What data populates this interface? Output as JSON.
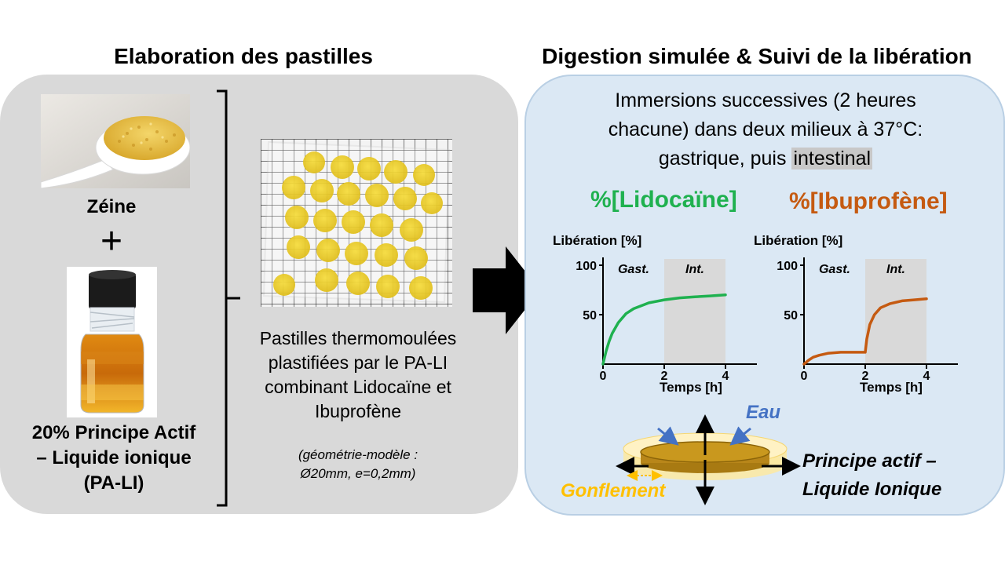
{
  "left": {
    "title": "Elaboration des pastilles",
    "zein_label": "Zéine",
    "plus_symbol": "+",
    "api_label_lines": [
      "20% Principe Actif",
      "– Liquide ionique",
      "(PA-LI)"
    ],
    "pastilles_lines": [
      "Pastilles thermomoulées",
      "plastifiées par le PA-LI",
      "combinant Lidocaïne et",
      "Ibuprofène"
    ],
    "geometry_lines": [
      "(géométrie-modèle :",
      "Ø20mm, e=0,2mm)"
    ]
  },
  "right": {
    "title": "Digestion simulée & Suivi de la libération",
    "immersion_line1": "Immersions successives (2 heures",
    "immersion_line2": "chacune) dans deux milieux à 37°C:",
    "immersion_line3_a": "gastrique, puis ",
    "immersion_line3_b": "intestinal",
    "swelling_label": "Gonflement",
    "water_label": "Eau",
    "api_il_lines": [
      "Principe actif –",
      "Liquide Ionique"
    ]
  },
  "colors": {
    "lidocaine": "#1fb14f",
    "ibuprofene": "#c55a11",
    "water": "#4472c4",
    "swelling": "#ffc000",
    "phase_shade": "#d9d9d9"
  },
  "chart_data": [
    {
      "type": "line",
      "title": "%[Lidocaïne]",
      "ylabel": "Libération [%]",
      "xlabel": "Temps [h]",
      "xlim": [
        0,
        4
      ],
      "ylim": [
        0,
        100
      ],
      "xticks": [
        "0",
        "2",
        "4"
      ],
      "yticks": [
        "50",
        "100"
      ],
      "phases": [
        {
          "label": "Gast.",
          "from": 0,
          "to": 2
        },
        {
          "label": "Int.",
          "from": 2,
          "to": 4
        }
      ],
      "x": [
        0,
        0.1,
        0.2,
        0.3,
        0.5,
        0.75,
        1.0,
        1.5,
        2.0,
        2.5,
        3.0,
        3.5,
        4.0
      ],
      "values": [
        0,
        13,
        23,
        31,
        42,
        51,
        56,
        62,
        65,
        67,
        68,
        69,
        70
      ]
    },
    {
      "type": "line",
      "title": "%[Ibuprofène]",
      "ylabel": "Libération [%]",
      "xlabel": "Temps [h]",
      "xlim": [
        0,
        4
      ],
      "ylim": [
        0,
        100
      ],
      "xticks": [
        "0",
        "2",
        "4"
      ],
      "yticks": [
        "50",
        "100"
      ],
      "phases": [
        {
          "label": "Gast.",
          "from": 0,
          "to": 2
        },
        {
          "label": "Int.",
          "from": 2,
          "to": 4
        }
      ],
      "x": [
        0,
        0.15,
        0.3,
        0.5,
        0.8,
        1.2,
        1.6,
        1.9,
        2.0,
        2.05,
        2.15,
        2.3,
        2.5,
        2.8,
        3.2,
        3.6,
        4.0
      ],
      "values": [
        0,
        4,
        7,
        9,
        11,
        12,
        12,
        12,
        12,
        25,
        40,
        50,
        57,
        61,
        64,
        65,
        66
      ]
    }
  ]
}
